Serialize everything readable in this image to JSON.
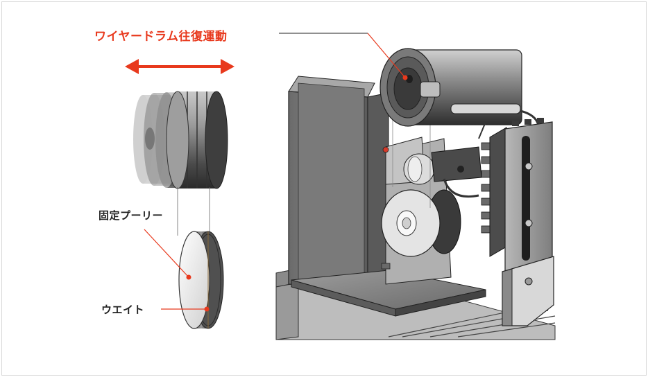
{
  "labels": {
    "wire_drum": "ワイヤードラム往復運動",
    "fixed_pulley": "固定プーリー",
    "weight": "ウエイト"
  },
  "colors": {
    "accent": "#e8391d",
    "text": "#222222",
    "frame_border": "#d8d8d8"
  },
  "icons": {
    "motion_arrow": "double-headed-arrow-icon"
  }
}
